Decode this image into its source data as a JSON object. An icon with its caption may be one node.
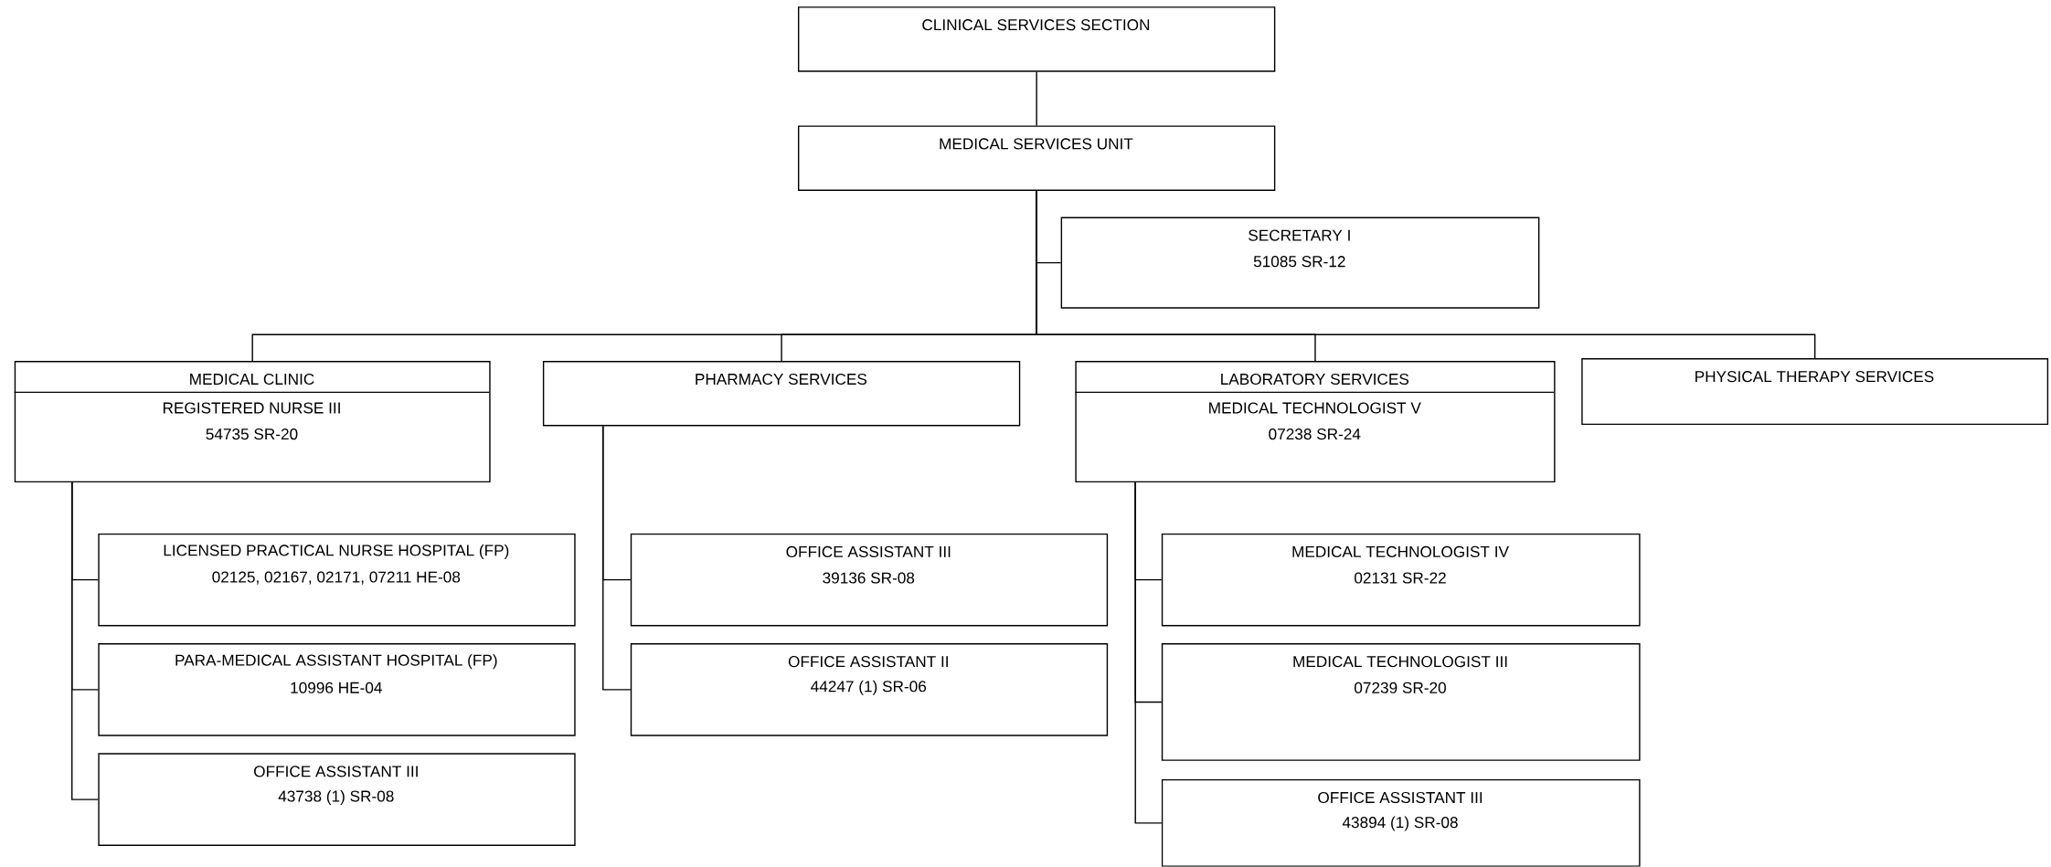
{
  "diagram": {
    "nodes": [
      {
        "text": [
          "CLINICAL SERVICES SECTION"
        ]
      },
      {
        "text": [
          "MEDICAL SERVICES UNIT"
        ]
      },
      {
        "text": [
          "SECRETARY I",
          "51085 SR-12"
        ]
      },
      {
        "text": [
          "MEDICAL CLINIC",
          "REGISTERED NURSE III",
          "54735 SR-20"
        ]
      },
      {
        "text": [
          "PHARMACY SERVICES"
        ]
      },
      {
        "text": [
          "LABORATORY SERVICES",
          "MEDICAL TECHNOLOGIST V",
          "07238 SR-24"
        ]
      },
      {
        "text": [
          "PHYSICAL THERAPY SERVICES"
        ]
      },
      {
        "text": [
          "LICENSED PRACTICAL NURSE HOSPITAL (FP)",
          "02125, 02167, 02171, 07211 HE-08"
        ]
      },
      {
        "text": [
          "PARA-MEDICAL ASSISTANT HOSPITAL (FP)",
          "10996 HE-04"
        ]
      },
      {
        "text": [
          "OFFICE ASSISTANT III",
          "43738 (1) SR-08"
        ]
      },
      {
        "text": [
          "OFFICE ASSISTANT III",
          "39136 SR-08"
        ]
      },
      {
        "text": [
          "OFFICE ASSISTANT II",
          "44247 (1) SR-06"
        ]
      },
      {
        "text": [
          "MEDICAL TECHNOLOGIST IV",
          "02131 SR-22"
        ]
      },
      {
        "text": [
          "MEDICAL TECHNOLOGIST III",
          "07239 SR-20"
        ]
      },
      {
        "text": [
          "OFFICE ASSISTANT III",
          "43894 (1) SR-08"
        ]
      }
    ],
    "edges": [
      {
        "from": 0,
        "to": 1,
        "arrow": "none"
      },
      {
        "from": 1,
        "to": 2,
        "arrow": "none"
      },
      {
        "from": 1,
        "to": 3,
        "arrow": "none"
      },
      {
        "from": 1,
        "to": 4,
        "arrow": "none"
      },
      {
        "from": 1,
        "to": 5,
        "arrow": "none"
      },
      {
        "from": 1,
        "to": 6,
        "arrow": "none"
      },
      {
        "from": 3,
        "to": 7,
        "arrow": "none"
      },
      {
        "from": 3,
        "to": 8,
        "arrow": "none"
      },
      {
        "from": 3,
        "to": 9,
        "arrow": "none"
      },
      {
        "from": 4,
        "to": 10,
        "arrow": "none"
      },
      {
        "from": 4,
        "to": 11,
        "arrow": "none"
      },
      {
        "from": 5,
        "to": 12,
        "arrow": "none"
      },
      {
        "from": 5,
        "to": 13,
        "arrow": "none"
      },
      {
        "from": 5,
        "to": 14,
        "arrow": "none"
      }
    ]
  }
}
